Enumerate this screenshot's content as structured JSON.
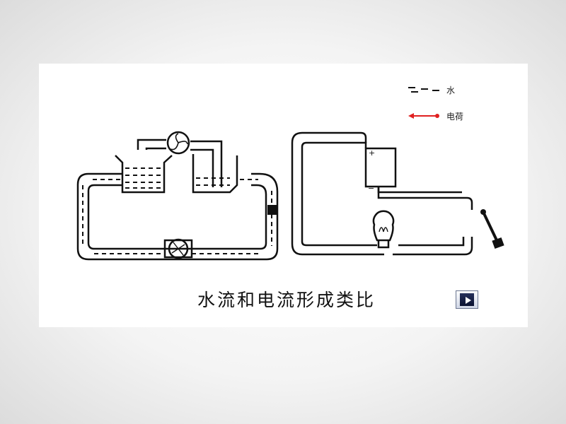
{
  "slide": {
    "title": "水流和电流形成类比",
    "legend": {
      "water_label": "水",
      "charge_label": "电荷",
      "charge_color": "#e02020"
    },
    "battery": {
      "positive": "+",
      "negative": "−"
    },
    "play_button_icon": "play-icon"
  }
}
